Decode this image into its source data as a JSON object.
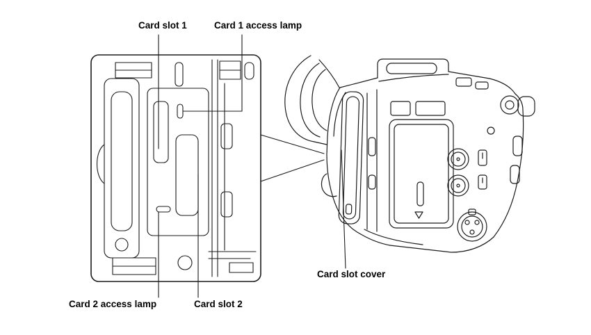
{
  "figure": {
    "type": "technical-illustration",
    "subject": "camcorder card slot area with enlarged detail view",
    "background_color": "#ffffff",
    "line_color": "#1a1a1a",
    "callouts": {
      "card_slot_1": "Card slot 1",
      "card_1_access_lamp": "Card 1 access lamp",
      "card_2_access_lamp": "Card 2 access lamp",
      "card_slot_2": "Card slot 2",
      "card_slot_cover": "Card slot cover"
    }
  }
}
